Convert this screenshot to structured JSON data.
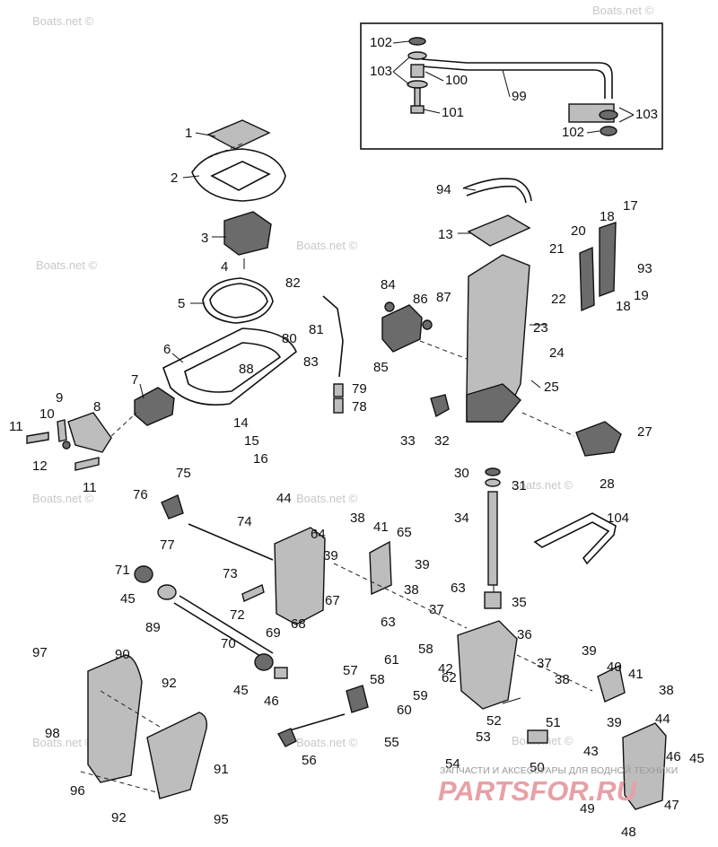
{
  "watermarks": [
    "Boats.net ©",
    "Boats.net ©",
    "Boats.net ©",
    "Boats.net ©",
    "Boats.net ©",
    "Boats.net ©",
    "Boats.net ©",
    "Boats.net ©",
    "Boats.net ©",
    "Boats.net ©"
  ],
  "brand": {
    "tagline": "ЗАПЧАСТИ И АКСЕССУАРЫ ДЛЯ ВОДНОЙ ТЕХНИКИ",
    "name": "PARTSFOR.RU",
    "color": "#e8a0a6"
  },
  "callouts": [
    "1",
    "2",
    "3",
    "4",
    "5",
    "6",
    "7",
    "8",
    "9",
    "10",
    "11",
    "12",
    "11",
    "13",
    "14",
    "15",
    "16",
    "17",
    "18",
    "19",
    "18",
    "20",
    "21",
    "22",
    "23",
    "24",
    "25",
    "27",
    "28",
    "30",
    "31",
    "32",
    "33",
    "34",
    "35",
    "36",
    "37",
    "37",
    "38",
    "38",
    "38",
    "38",
    "39",
    "39",
    "39",
    "39",
    "40",
    "41",
    "41",
    "42",
    "43",
    "44",
    "44",
    "45",
    "45",
    "45",
    "46",
    "46",
    "47",
    "48",
    "49",
    "50",
    "51",
    "52",
    "53",
    "54",
    "55",
    "56",
    "57",
    "58",
    "58",
    "59",
    "60",
    "61",
    "62",
    "63",
    "63",
    "64",
    "65",
    "67",
    "68",
    "69",
    "70",
    "71",
    "72",
    "73",
    "74",
    "75",
    "76",
    "77",
    "78",
    "79",
    "80",
    "81",
    "82",
    "83",
    "84",
    "85",
    "86",
    "87",
    "88",
    "89",
    "90",
    "91",
    "92",
    "92",
    "93",
    "94",
    "95",
    "96",
    "97",
    "98",
    "99",
    "100",
    "101",
    "102",
    "102",
    "103",
    "103",
    "104"
  ]
}
